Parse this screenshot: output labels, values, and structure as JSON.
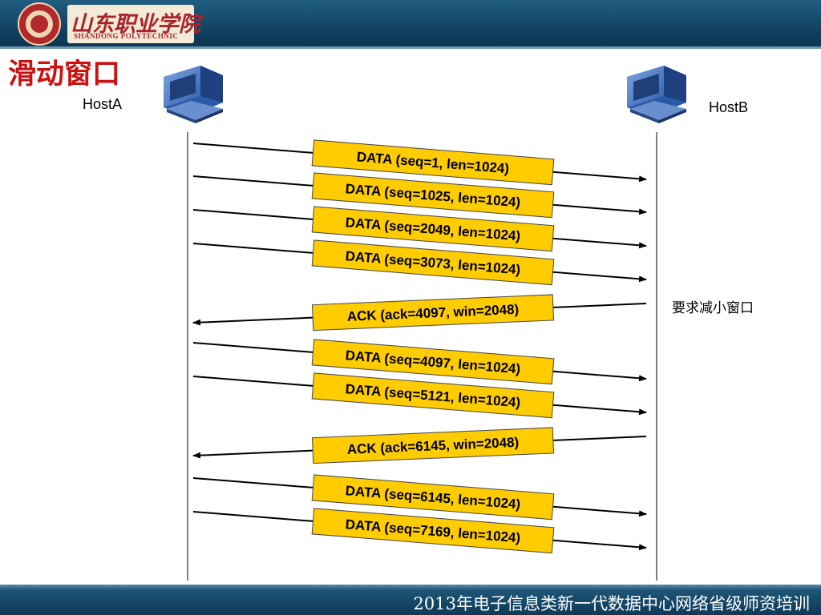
{
  "header": {
    "logo_cn": "山东职业学院",
    "logo_en": "SHANDONG POLYTECHNIC"
  },
  "title": "滑动窗口",
  "hosts": {
    "a_label": "HostA",
    "b_label": "HostB"
  },
  "note": "要求减小窗口",
  "messages": [
    {
      "label": "DATA (seq=1, len=1024)",
      "direction": "a-to-b"
    },
    {
      "label": "DATA (seq=1025, len=1024)",
      "direction": "a-to-b"
    },
    {
      "label": "DATA (seq=2049, len=1024)",
      "direction": "a-to-b"
    },
    {
      "label": "DATA (seq=3073, len=1024)",
      "direction": "a-to-b"
    },
    {
      "label": "ACK (ack=4097, win=2048)",
      "direction": "b-to-a"
    },
    {
      "label": "DATA (seq=4097, len=1024)",
      "direction": "a-to-b"
    },
    {
      "label": "DATA (seq=5121, len=1024)",
      "direction": "a-to-b"
    },
    {
      "label": "ACK (ack=6145, win=2048)",
      "direction": "b-to-a"
    },
    {
      "label": "DATA (seq=6145, len=1024)",
      "direction": "a-to-b"
    },
    {
      "label": "DATA (seq=7169, len=1024)",
      "direction": "a-to-b"
    }
  ],
  "footer": "2013年电子信息类新一代数据中心网络省级师资培训",
  "colors": {
    "label_box_fill": "#ffcc00",
    "title": "#cc1111",
    "header": "#0f3e5c",
    "computer": "#3b6ec2"
  },
  "icons": [
    "computer-icon",
    "computer-icon"
  ]
}
